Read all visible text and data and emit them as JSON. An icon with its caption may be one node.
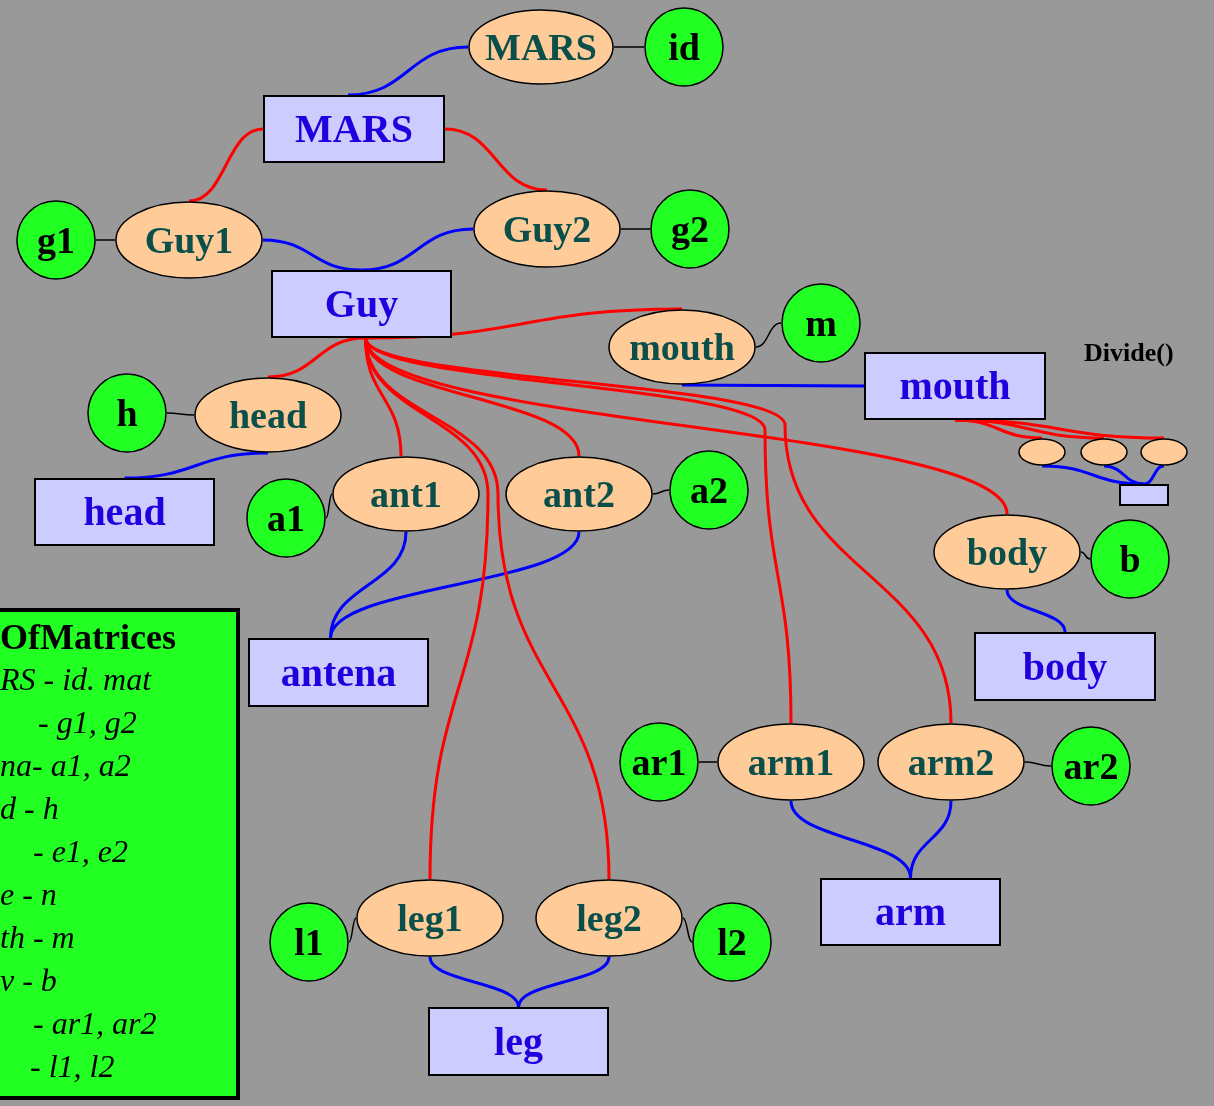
{
  "diagram": {
    "nodes": [
      {
        "text": [
          "MARS"
        ]
      },
      {
        "text": [
          "id"
        ]
      },
      {
        "text": [
          "MARS"
        ]
      },
      {
        "text": [
          "g1"
        ]
      },
      {
        "text": [
          "Guy1"
        ]
      },
      {
        "text": [
          "Guy2"
        ]
      },
      {
        "text": [
          "g2"
        ]
      },
      {
        "text": [
          "Guy"
        ]
      },
      {
        "text": [
          "mouth"
        ]
      },
      {
        "text": [
          "m"
        ]
      },
      {
        "text": [
          "mouth"
        ]
      },
      {
        "text": [
          "h"
        ]
      },
      {
        "text": [
          "head"
        ]
      },
      {
        "text": [
          "head"
        ]
      },
      {
        "text": [
          "a1"
        ]
      },
      {
        "text": [
          "ant1"
        ]
      },
      {
        "text": [
          "ant2"
        ]
      },
      {
        "text": [
          "a2"
        ]
      },
      {
        "text": [
          "body"
        ]
      },
      {
        "text": [
          "b"
        ]
      },
      {
        "text": [],
        "shape": "ellipse"
      },
      {
        "text": [],
        "shape": "ellipse"
      },
      {
        "text": [],
        "shape": "ellipse"
      },
      {
        "text": [],
        "shape": "box"
      },
      {
        "text": [
          "antena"
        ]
      },
      {
        "text": [
          "body"
        ]
      },
      {
        "text": [
          "ar1"
        ]
      },
      {
        "text": [
          "arm1"
        ]
      },
      {
        "text": [
          "arm2"
        ]
      },
      {
        "text": [
          "ar2"
        ]
      },
      {
        "text": [
          "arm"
        ]
      },
      {
        "text": [
          "l1"
        ]
      },
      {
        "text": [
          "leg1"
        ]
      },
      {
        "text": [
          "leg2"
        ]
      },
      {
        "text": [
          "l2"
        ]
      },
      {
        "text": [
          "leg"
        ]
      },
      {
        "text": [
          "OfMatrices",
          "RS - id. mat",
          "- g1, g2",
          "na- a1, a2",
          "d - h",
          "- e1, e2",
          "e - n",
          "th - m",
          "v - b",
          "- ar1, ar2",
          "- l1, l2"
        ]
      }
    ],
    "edges": [
      {
        "from": 2,
        "to": 0,
        "arrow": "none",
        "color": "#0000ff"
      },
      {
        "from": 0,
        "to": 1,
        "arrow": "none",
        "color": "#000000"
      },
      {
        "from": 2,
        "to": 4,
        "arrow": "none",
        "color": "#ff0000"
      },
      {
        "from": 2,
        "to": 5,
        "arrow": "none",
        "color": "#ff0000"
      },
      {
        "from": 3,
        "to": 4,
        "arrow": "none",
        "color": "#000000"
      },
      {
        "from": 5,
        "to": 6,
        "arrow": "none",
        "color": "#000000"
      },
      {
        "from": 7,
        "to": 4,
        "arrow": "none",
        "color": "#0000ff"
      },
      {
        "from": 7,
        "to": 5,
        "arrow": "none",
        "color": "#0000ff"
      },
      {
        "from": 8,
        "to": 9,
        "arrow": "none",
        "color": "#000000"
      },
      {
        "from": 7,
        "to": 8,
        "arrow": "none",
        "color": "#ff0000"
      },
      {
        "from": 10,
        "to": 8,
        "arrow": "none",
        "color": "#0000ff"
      },
      {
        "from": 11,
        "to": 12,
        "arrow": "none",
        "color": "#000000"
      },
      {
        "from": 7,
        "to": 12,
        "arrow": "none",
        "color": "#ff0000"
      },
      {
        "from": 13,
        "to": 12,
        "arrow": "none",
        "color": "#0000ff"
      },
      {
        "from": 14,
        "to": 15,
        "arrow": "none",
        "color": "#000000"
      },
      {
        "from": 16,
        "to": 17,
        "arrow": "none",
        "color": "#000000"
      },
      {
        "from": 7,
        "to": 15,
        "arrow": "none",
        "color": "#ff0000"
      },
      {
        "from": 7,
        "to": 16,
        "arrow": "none",
        "color": "#ff0000"
      },
      {
        "from": 7,
        "to": 18,
        "arrow": "none",
        "color": "#ff0000"
      },
      {
        "from": 18,
        "to": 19,
        "arrow": "none",
        "color": "#000000"
      },
      {
        "from": 25,
        "to": 18,
        "arrow": "none",
        "color": "#0000ff"
      },
      {
        "from": 10,
        "to": 20,
        "arrow": "none",
        "color": "#ff0000"
      },
      {
        "from": 10,
        "to": 21,
        "arrow": "none",
        "color": "#ff0000"
      },
      {
        "from": 10,
        "to": 22,
        "arrow": "none",
        "color": "#ff0000"
      },
      {
        "from": 20,
        "to": 23,
        "arrow": "none",
        "color": "#0000ff"
      },
      {
        "from": 21,
        "to": 23,
        "arrow": "none",
        "color": "#0000ff"
      },
      {
        "from": 22,
        "to": 23,
        "arrow": "none",
        "color": "#0000ff"
      },
      {
        "from": 24,
        "to": 15,
        "arrow": "none",
        "color": "#0000ff"
      },
      {
        "from": 24,
        "to": 16,
        "arrow": "none",
        "color": "#0000ff"
      },
      {
        "from": 7,
        "to": 27,
        "arrow": "none",
        "color": "#ff0000"
      },
      {
        "from": 7,
        "to": 28,
        "arrow": "none",
        "color": "#ff0000"
      },
      {
        "from": 26,
        "to": 27,
        "arrow": "none",
        "color": "#000000"
      },
      {
        "from": 28,
        "to": 29,
        "arrow": "none",
        "color": "#000000"
      },
      {
        "from": 30,
        "to": 27,
        "arrow": "none",
        "color": "#0000ff"
      },
      {
        "from": 30,
        "to": 28,
        "arrow": "none",
        "color": "#0000ff"
      },
      {
        "from": 7,
        "to": 32,
        "arrow": "none",
        "color": "#ff0000"
      },
      {
        "from": 7,
        "to": 33,
        "arrow": "none",
        "color": "#ff0000"
      },
      {
        "from": 31,
        "to": 32,
        "arrow": "none",
        "color": "#000000"
      },
      {
        "from": 33,
        "to": 34,
        "arrow": "none",
        "color": "#000000"
      },
      {
        "from": 35,
        "to": 32,
        "arrow": "none",
        "color": "#0000ff"
      },
      {
        "from": 35,
        "to": 33,
        "arrow": "none",
        "color": "#0000ff"
      }
    ],
    "labels": [
      "Divide()"
    ]
  }
}
